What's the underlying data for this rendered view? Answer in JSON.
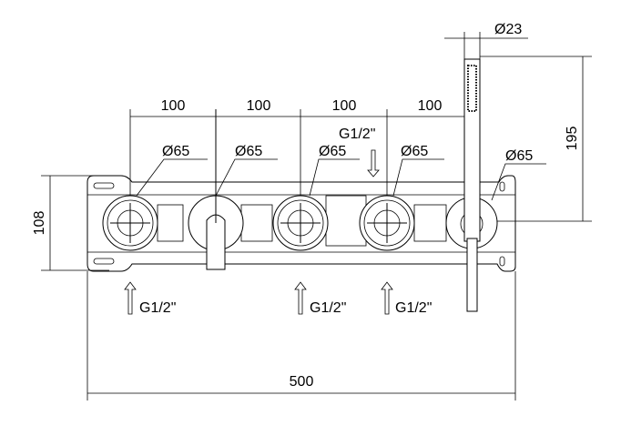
{
  "dimensions": {
    "spacing": [
      "100",
      "100",
      "100",
      "100"
    ],
    "diameters": [
      "Ø65",
      "Ø65",
      "Ø65",
      "Ø65",
      "Ø65"
    ],
    "handshower_diameter": "Ø23",
    "height_plate": "108",
    "height_shower": "195",
    "total_width": "500"
  },
  "connections": {
    "top": "G1/2\"",
    "bottom": [
      "G1/2\"",
      "G1/2\"",
      "G1/2\""
    ]
  }
}
